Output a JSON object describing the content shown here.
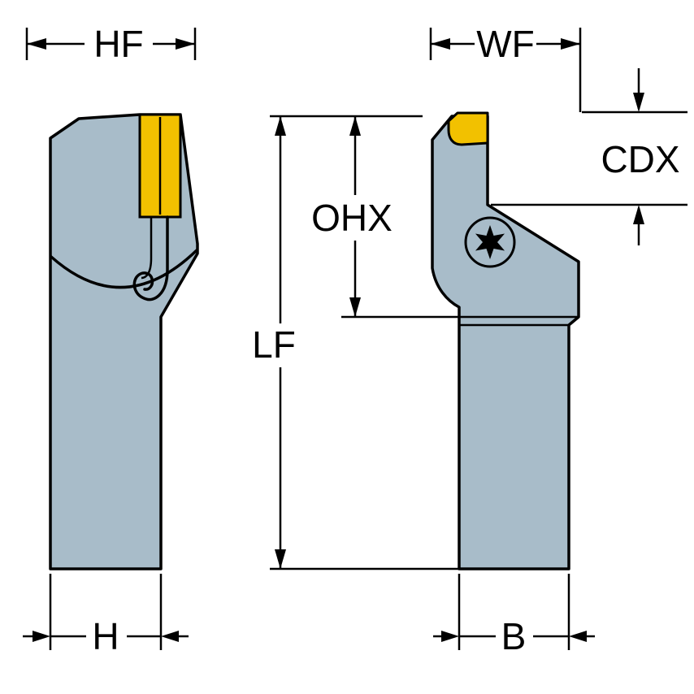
{
  "figure": {
    "dimension_labels": {
      "hf": "HF",
      "wf": "WF",
      "cdx": "CDX",
      "ohx": "OHX",
      "lf": "LF",
      "h": "H",
      "b": "B"
    },
    "colors": {
      "body": "#a8bcc9",
      "insert": "#f2c100",
      "outline": "#000000",
      "background": "#ffffff"
    }
  }
}
